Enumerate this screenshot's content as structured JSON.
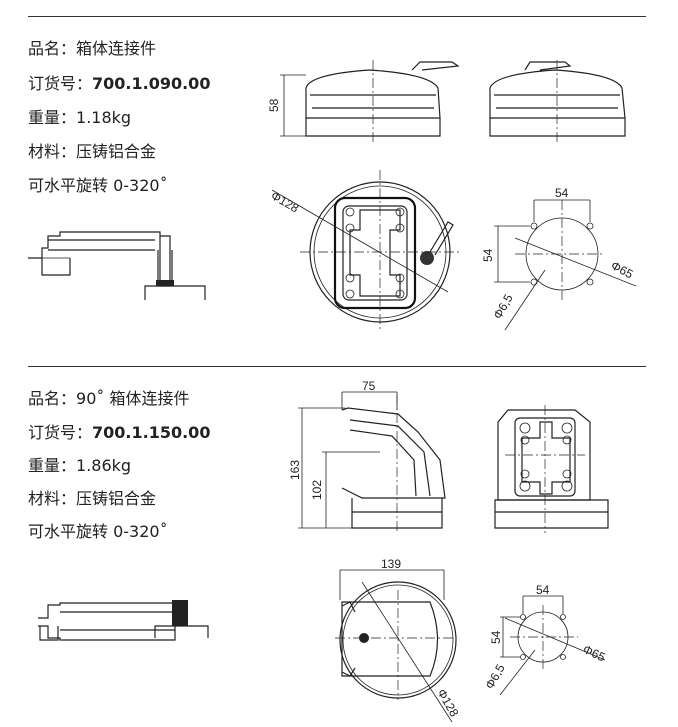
{
  "products": [
    {
      "name_label": "品名：",
      "name": "箱体连接件",
      "order_label": "订货号：",
      "order_no": "700.1.090.00",
      "weight_label": "重量：",
      "weight": "1.18kg",
      "material_label": "材料：",
      "material": "压铸铝合金",
      "rotation": "可水平旋转 0-320˚",
      "dims": {
        "height": "58",
        "dia_outer": "Φ128",
        "hole_spacing_x": "54",
        "hole_spacing_y": "54",
        "dia_flange": "Φ65",
        "dia_hole": "Φ6,5"
      }
    },
    {
      "name_label": "品名：",
      "name": "90˚ 箱体连接件",
      "order_label": "订货号：",
      "order_no": "700.1.150.00",
      "weight_label": "重量：",
      "weight": "1.86kg",
      "material_label": "材料：",
      "material": "压铸铝合金",
      "rotation": "可水平旋转 0-320˚",
      "dims": {
        "depth": "75",
        "height": "163",
        "axis_height": "102",
        "width": "139",
        "dia_outer": "Φ128",
        "hole_spacing_x": "54",
        "hole_spacing_y": "54",
        "dia_flange": "Φ65",
        "dia_hole": "Φ6,5"
      }
    }
  ]
}
